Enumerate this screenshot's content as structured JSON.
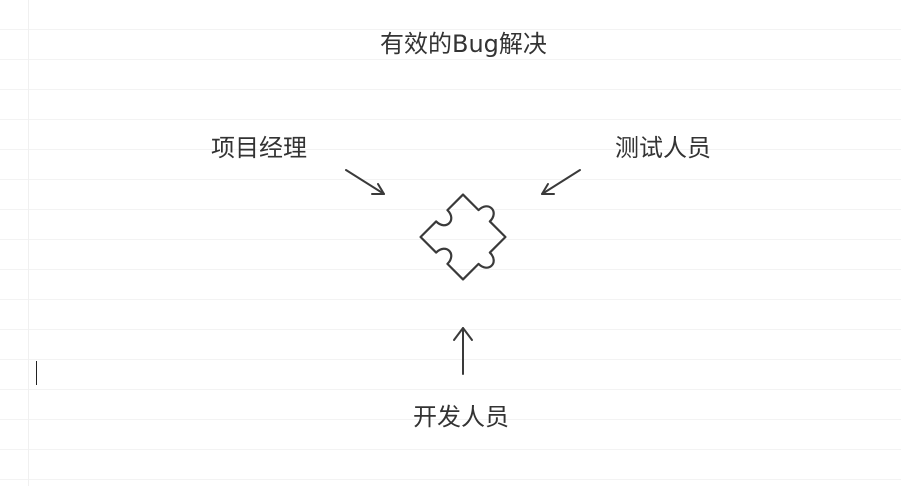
{
  "diagram": {
    "title": "有效的Bug解决",
    "roles": {
      "project_manager": "项目经理",
      "tester": "测试人员",
      "developer": "开发人员"
    },
    "center_icon": "puzzle-piece-icon",
    "colors": {
      "text": "#333333",
      "stroke": "#3a3a3a",
      "rule_line": "#f3f3f3"
    }
  }
}
